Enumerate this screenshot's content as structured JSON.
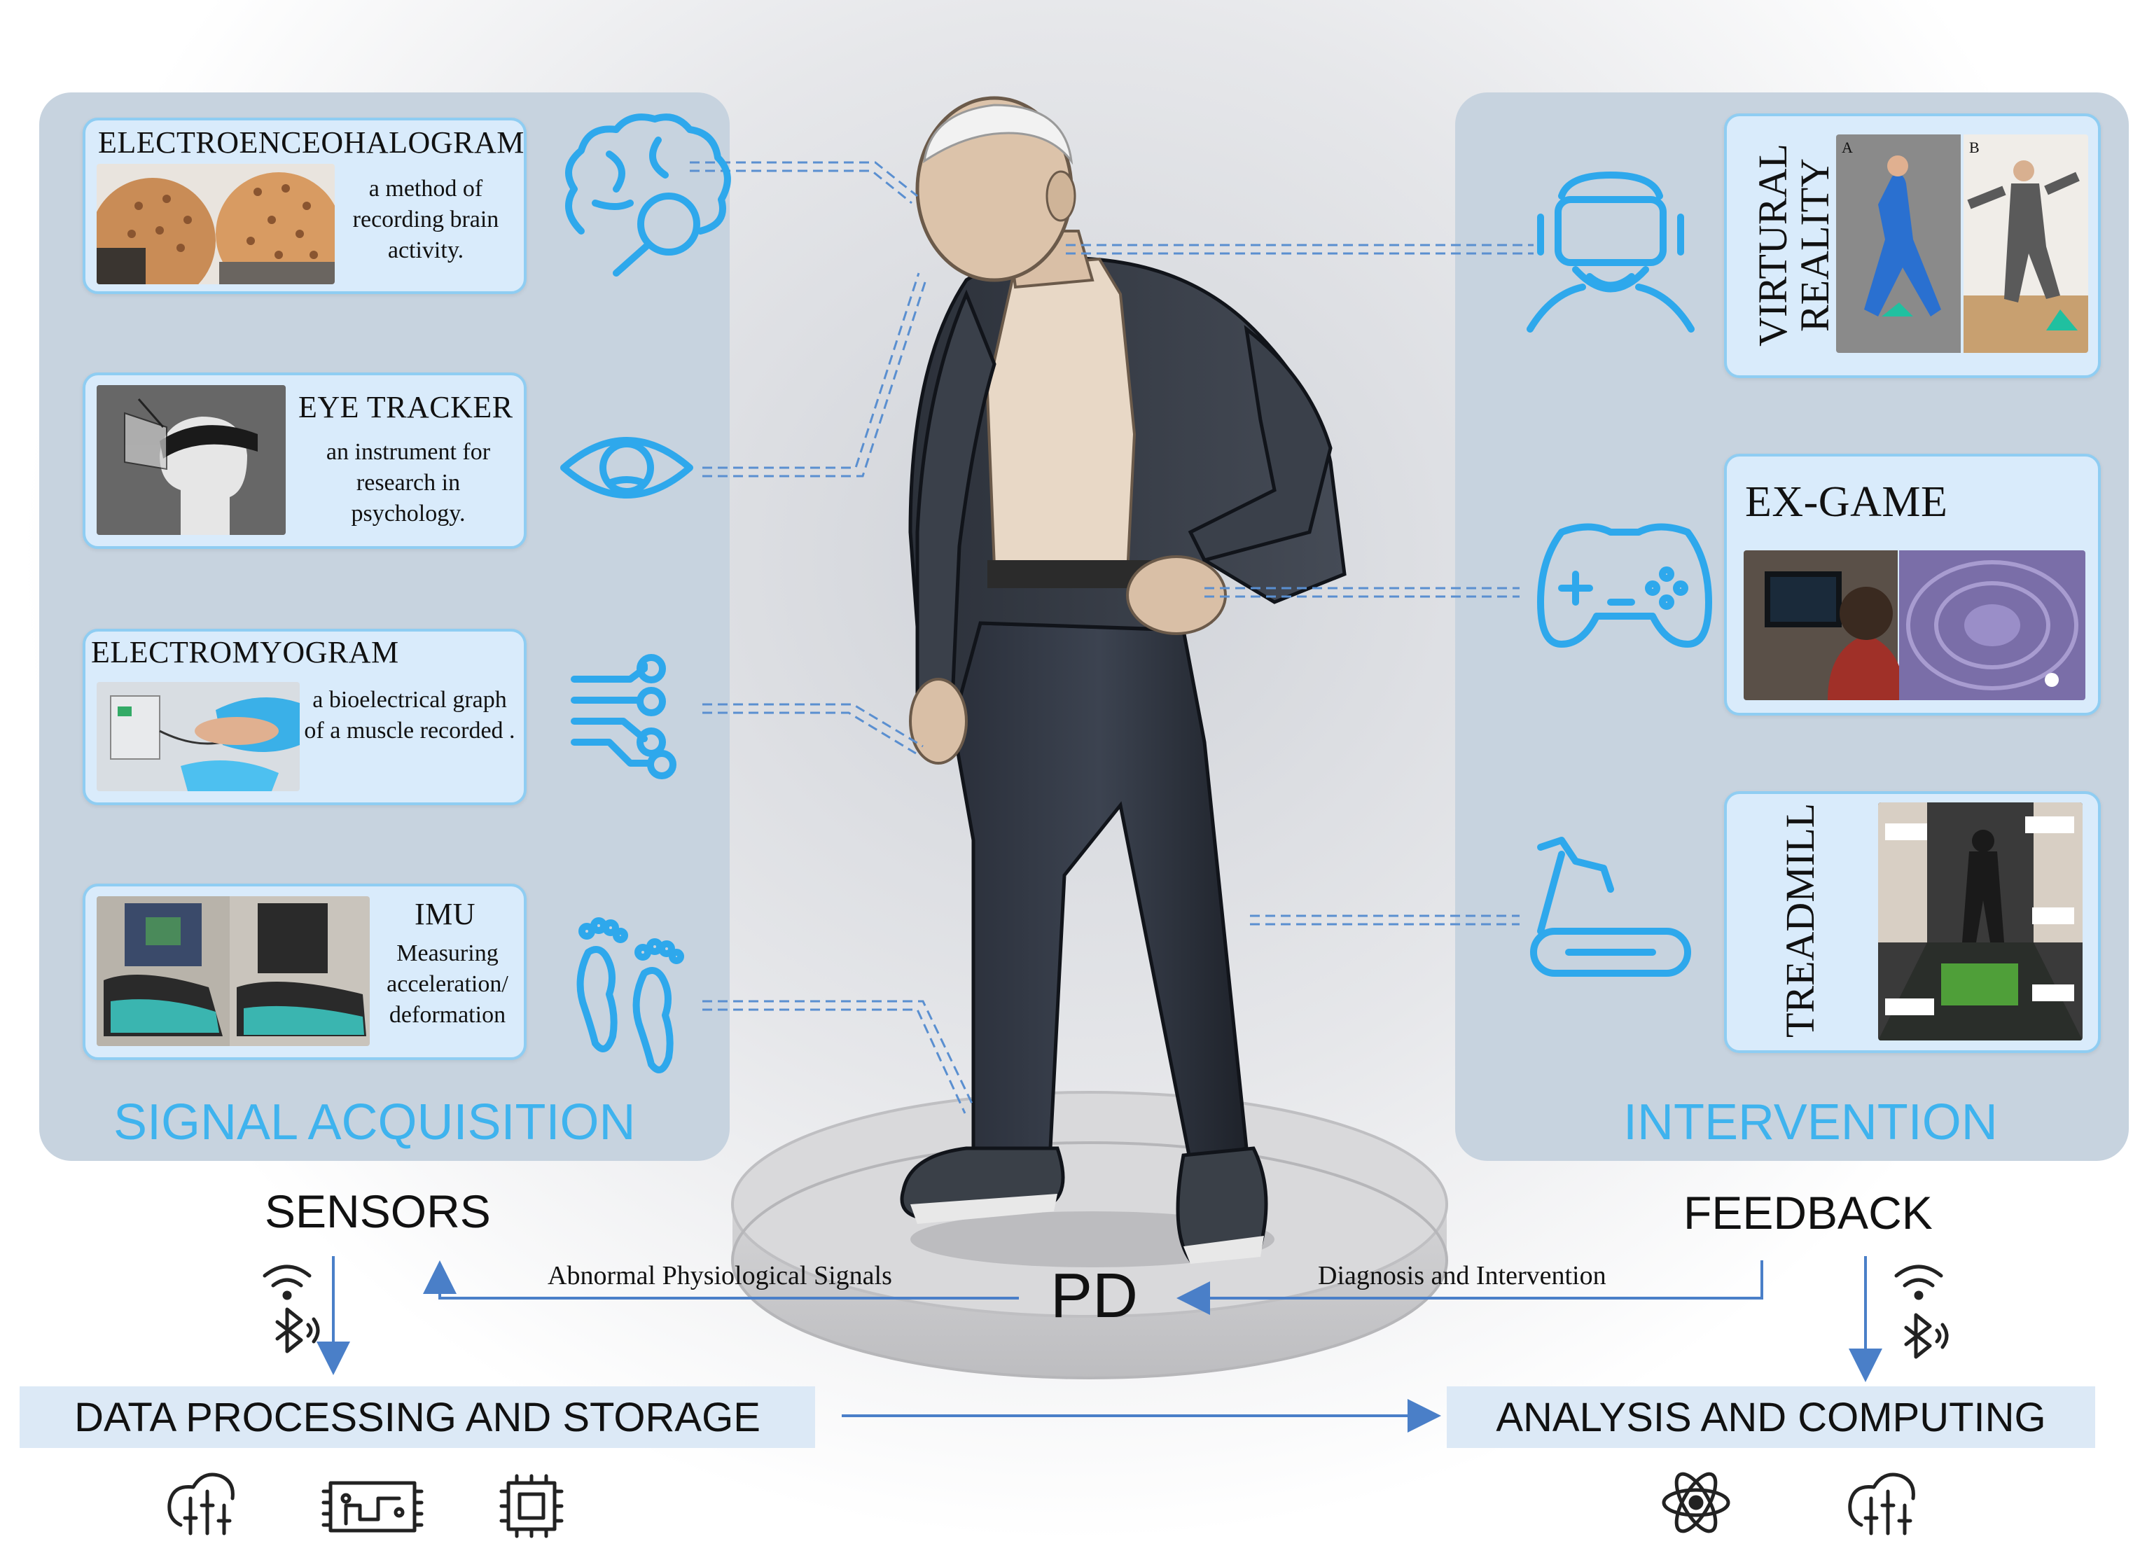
{
  "signal_acquisition": {
    "title": "SIGNAL ACQUISITION",
    "cards": [
      {
        "title": "ELECTROENCEOHALOGRAM",
        "desc": "a method of recording brain activity.",
        "icon": "brain-search-icon"
      },
      {
        "title": "EYE TRACKER",
        "desc": "an instrument for research in psychology.",
        "icon": "eye-icon"
      },
      {
        "title": "ELECTROMYOGRAM",
        "desc": "a bioelectrical graph of a muscle recorded .",
        "icon": "circuit-signal-icon"
      },
      {
        "title": "IMU",
        "desc": "Measuring acceleration/ deformation",
        "icon": "footprints-icon"
      }
    ]
  },
  "intervention": {
    "title": "INTERVENTION",
    "cards": [
      {
        "title": "VIRTURAL REALITY",
        "photo_labels": [
          "A",
          "B"
        ],
        "icon": "vr-headset-icon"
      },
      {
        "title": "EX-GAME",
        "icon": "gamepad-icon"
      },
      {
        "title": "TREADMILL",
        "icon": "treadmill-icon"
      }
    ]
  },
  "flow": {
    "sensors": "SENSORS",
    "feedback": "FEEDBACK",
    "pd": "PD",
    "abnormal_signals": "Abnormal Physiological Signals",
    "diagnosis": "Diagnosis and Intervention",
    "data_processing": "DATA PROCESSING AND STORAGE",
    "analysis": "ANALYSIS AND COMPUTING"
  },
  "colors": {
    "accent": "#3fb3ee",
    "panel": "#c7d3df",
    "card": "#d9ebfb",
    "card_border": "#8fcdf2",
    "line": "#5a8fd0"
  }
}
